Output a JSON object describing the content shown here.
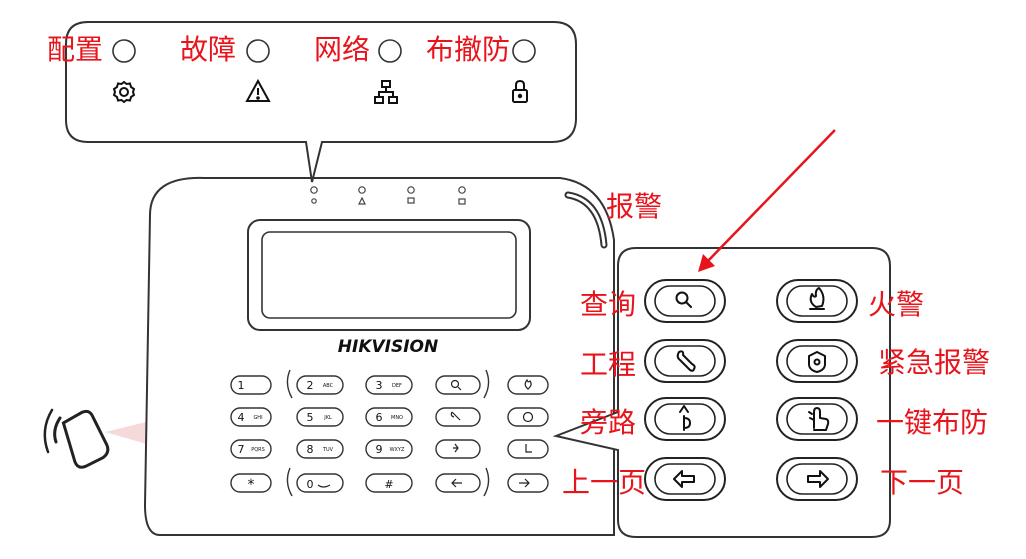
{
  "indicators": {
    "config": "配置",
    "fault": "故障",
    "network": "网络",
    "arm": "布撤防"
  },
  "alarm_label": "报警",
  "brand": "HIKVISION",
  "function_keys": {
    "query": "查询",
    "fire": "火警",
    "engineering": "工程",
    "emergency": "紧急报警",
    "bypass": "旁路",
    "one_key_arm": "一键布防",
    "prev_page": "上一页",
    "next_page": "下一页"
  },
  "keypad": {
    "k1": "1",
    "k1_sub": "",
    "k2": "2",
    "k2_sub": "ABC",
    "k3": "3",
    "k3_sub": "DEF",
    "k4": "4",
    "k4_sub": "GHI",
    "k5": "5",
    "k5_sub": "JKL",
    "k6": "6",
    "k6_sub": "MNO",
    "k7": "7",
    "k7_sub": "PQRS",
    "k8": "8",
    "k8_sub": "TUV",
    "k9": "9",
    "k9_sub": "WXYZ",
    "k0": "0",
    "star": "*",
    "hash": "#"
  },
  "colors": {
    "annotation": "#e8141b",
    "highlight": "#f6dada",
    "outline": "#333333"
  },
  "icons": [
    "gear-icon",
    "warning-icon",
    "network-icon",
    "lock-icon",
    "search-icon",
    "fire-icon",
    "wrench-icon",
    "badge-icon",
    "bypass-icon",
    "hand-icon",
    "arrow-left-icon",
    "arrow-right-icon",
    "card-reader-icon"
  ]
}
